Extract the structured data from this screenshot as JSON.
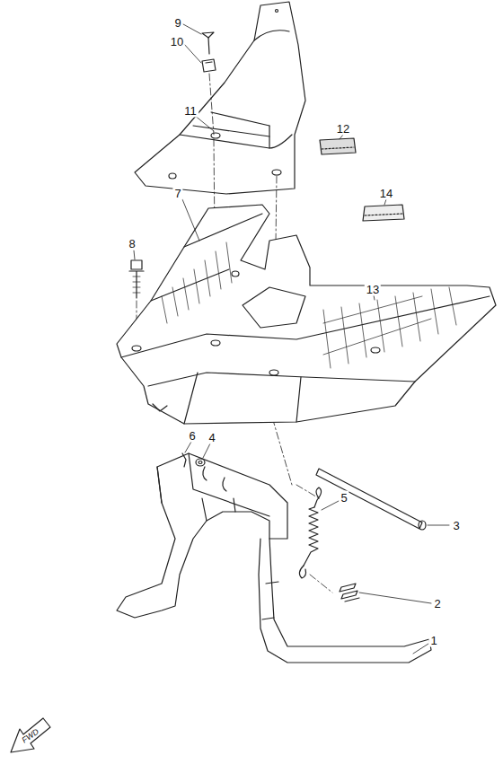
{
  "diagram": {
    "labels": [
      "9",
      "10",
      "11",
      "12",
      "14",
      "7",
      "8",
      "13",
      "6",
      "4",
      "5",
      "3",
      "2",
      "1",
      "FWD"
    ]
  }
}
